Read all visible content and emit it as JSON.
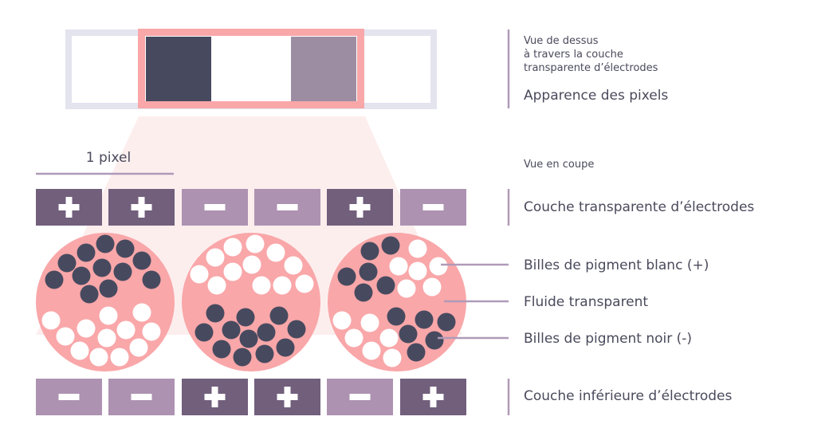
{
  "colors": {
    "frame": "#e4e4ef",
    "highlight": "#f9a7a9",
    "dark_pixel": "#474a5f",
    "gray_pixel": "#9d8da3",
    "fan": "#fdeeee",
    "electrode_positive": "#715f7c",
    "electrode_negative": "#ad92b1",
    "capsule": "#f9a7a9",
    "black_bead": "#474a5f",
    "white_bead": "#ffffff",
    "leader": "#b09ab8",
    "text": "#4a4a5c"
  },
  "top_view": {
    "caption_line1": "Vue de dessus",
    "caption_line2": "à travers la couche",
    "caption_line3": "transparente d’électrodes",
    "title": "Apparence des pixels",
    "pixels": [
      "blank",
      "dark",
      "white",
      "gray",
      "blank"
    ]
  },
  "cross_section": {
    "caption": "Vue en coupe",
    "pixel_scale_label": "1 pixel",
    "top_layer_label": "Couche transparente d’électrodes",
    "bottom_layer_label": "Couche inférieure d’électrodes",
    "top_electrodes": [
      "+",
      "+",
      "-",
      "-",
      "+",
      "-"
    ],
    "bottom_electrodes": [
      "-",
      "-",
      "+",
      "+",
      "-",
      "+"
    ],
    "white_beads_label": "Billes de pigment blanc (+)",
    "fluid_label": "Fluide transparent",
    "black_beads_label": "Billes de pigment noir (-)"
  }
}
